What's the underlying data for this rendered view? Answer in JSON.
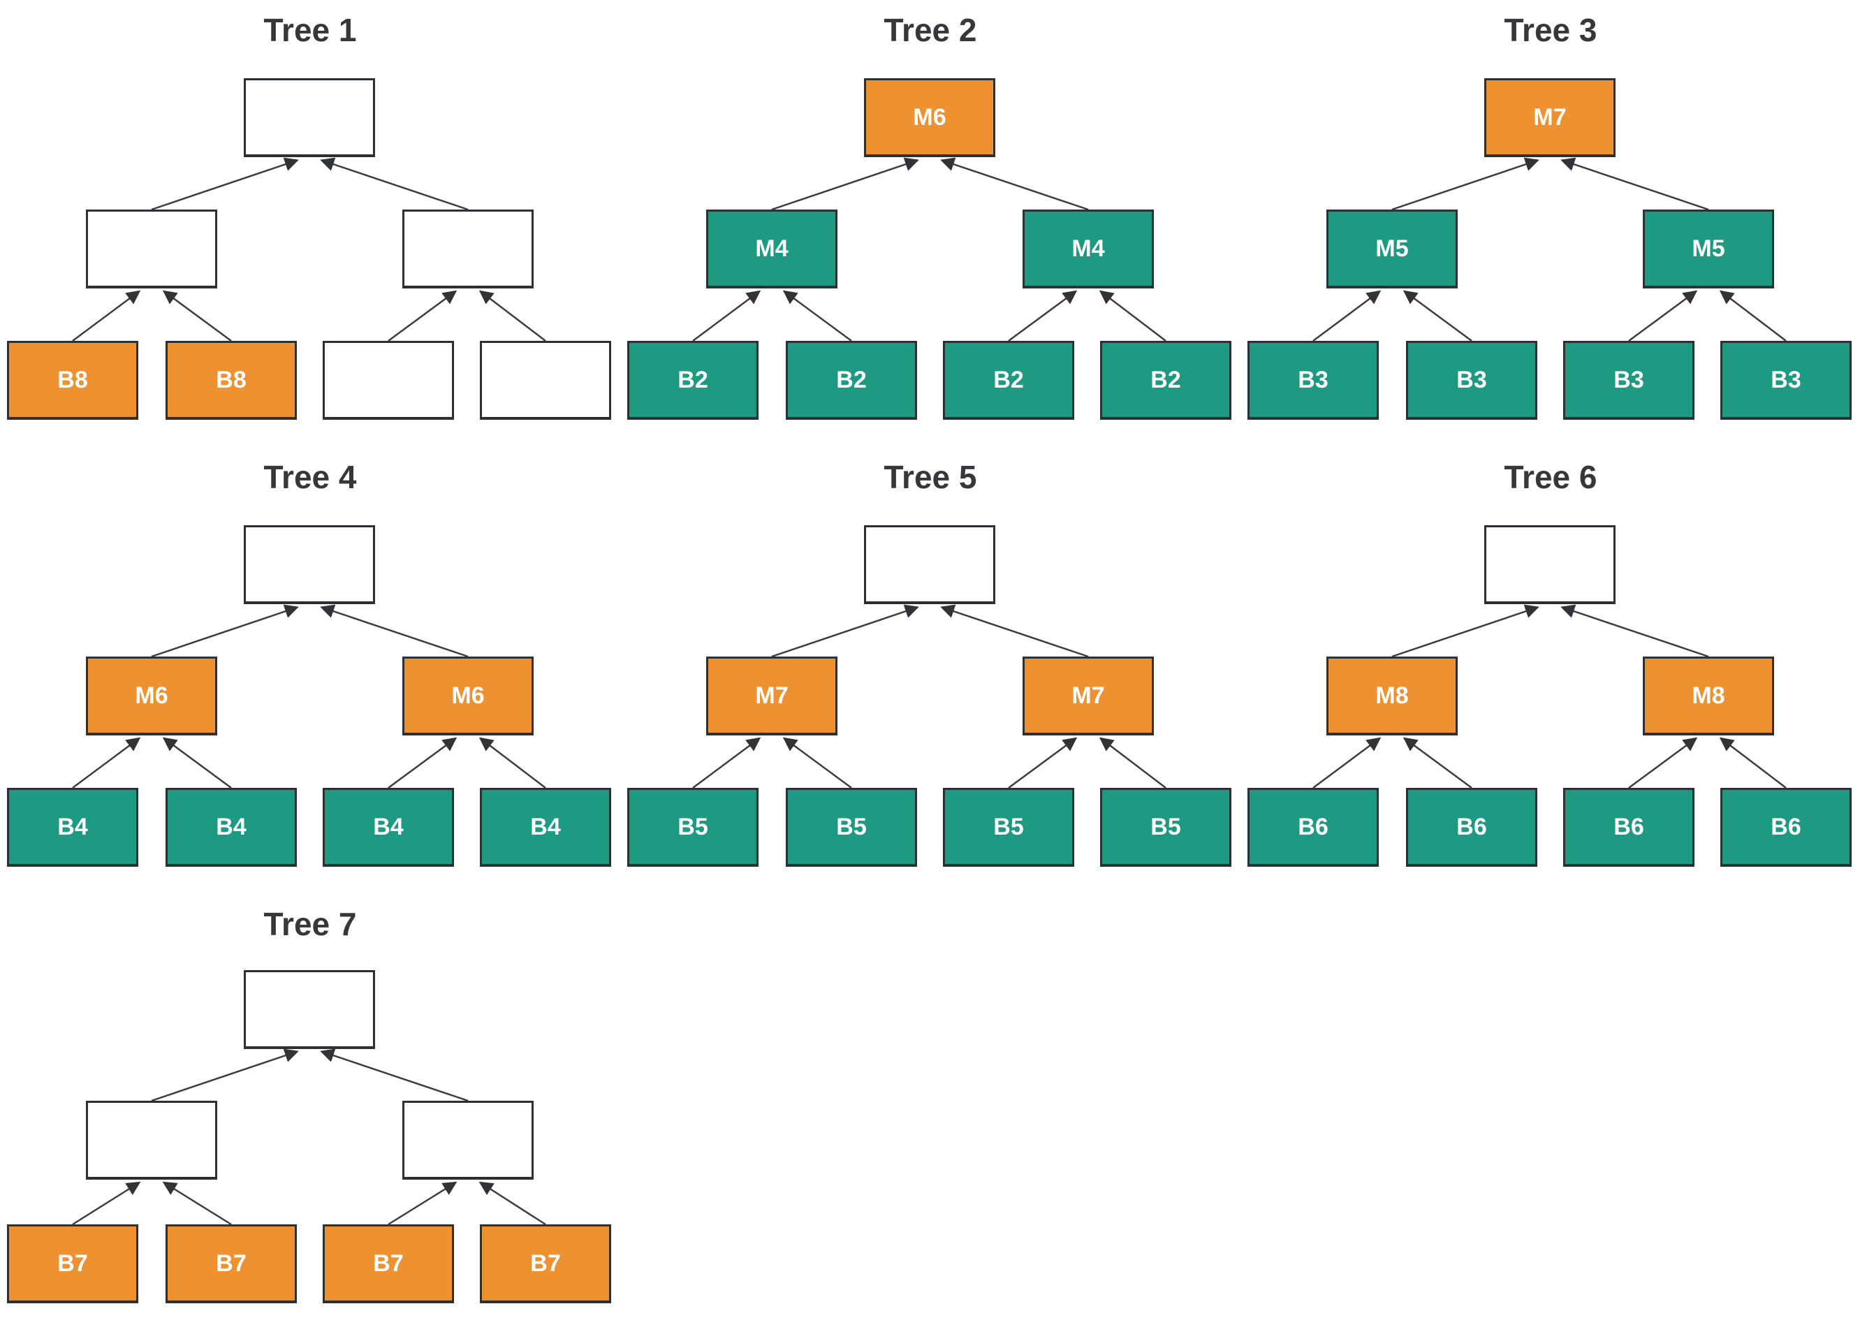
{
  "diagram": {
    "type": "tree-diagram",
    "colors": {
      "node_orange": "#EE9130",
      "node_teal": "#1D9A81",
      "node_empty": "#FFFFFF",
      "node_border": "#2E3134",
      "edge": "#3A3D40",
      "title_text": "#35383B",
      "label_text": "#FFFFFF"
    }
  },
  "trees": [
    {
      "title": "Tree 1",
      "root": {
        "label": "",
        "kind": "empty"
      },
      "middles": [
        {
          "label": "",
          "kind": "empty"
        },
        {
          "label": "",
          "kind": "empty"
        }
      ],
      "leaves": [
        {
          "label": "B8",
          "kind": "orange"
        },
        {
          "label": "B8",
          "kind": "orange"
        },
        {
          "label": "",
          "kind": "empty"
        },
        {
          "label": "",
          "kind": "empty"
        }
      ]
    },
    {
      "title": "Tree 2",
      "root": {
        "label": "M6",
        "kind": "orange"
      },
      "middles": [
        {
          "label": "M4",
          "kind": "teal"
        },
        {
          "label": "M4",
          "kind": "teal"
        }
      ],
      "leaves": [
        {
          "label": "B2",
          "kind": "teal"
        },
        {
          "label": "B2",
          "kind": "teal"
        },
        {
          "label": "B2",
          "kind": "teal"
        },
        {
          "label": "B2",
          "kind": "teal"
        }
      ]
    },
    {
      "title": "Tree 3",
      "root": {
        "label": "M7",
        "kind": "orange"
      },
      "middles": [
        {
          "label": "M5",
          "kind": "teal"
        },
        {
          "label": "M5",
          "kind": "teal"
        }
      ],
      "leaves": [
        {
          "label": "B3",
          "kind": "teal"
        },
        {
          "label": "B3",
          "kind": "teal"
        },
        {
          "label": "B3",
          "kind": "teal"
        },
        {
          "label": "B3",
          "kind": "teal"
        }
      ]
    },
    {
      "title": "Tree 4",
      "root": {
        "label": "",
        "kind": "empty"
      },
      "middles": [
        {
          "label": "M6",
          "kind": "orange"
        },
        {
          "label": "M6",
          "kind": "orange"
        }
      ],
      "leaves": [
        {
          "label": "B4",
          "kind": "teal"
        },
        {
          "label": "B4",
          "kind": "teal"
        },
        {
          "label": "B4",
          "kind": "teal"
        },
        {
          "label": "B4",
          "kind": "teal"
        }
      ]
    },
    {
      "title": "Tree 5",
      "root": {
        "label": "",
        "kind": "empty"
      },
      "middles": [
        {
          "label": "M7",
          "kind": "orange"
        },
        {
          "label": "M7",
          "kind": "orange"
        }
      ],
      "leaves": [
        {
          "label": "B5",
          "kind": "teal"
        },
        {
          "label": "B5",
          "kind": "teal"
        },
        {
          "label": "B5",
          "kind": "teal"
        },
        {
          "label": "B5",
          "kind": "teal"
        }
      ]
    },
    {
      "title": "Tree 6",
      "root": {
        "label": "",
        "kind": "empty"
      },
      "middles": [
        {
          "label": "M8",
          "kind": "orange"
        },
        {
          "label": "M8",
          "kind": "orange"
        }
      ],
      "leaves": [
        {
          "label": "B6",
          "kind": "teal"
        },
        {
          "label": "B6",
          "kind": "teal"
        },
        {
          "label": "B6",
          "kind": "teal"
        },
        {
          "label": "B6",
          "kind": "teal"
        }
      ]
    },
    {
      "title": "Tree 7",
      "root": {
        "label": "",
        "kind": "empty"
      },
      "middles": [
        {
          "label": "",
          "kind": "empty"
        },
        {
          "label": "",
          "kind": "empty"
        }
      ],
      "leaves": [
        {
          "label": "B7",
          "kind": "orange"
        },
        {
          "label": "B7",
          "kind": "orange"
        },
        {
          "label": "B7",
          "kind": "orange"
        },
        {
          "label": "B7",
          "kind": "orange"
        }
      ]
    }
  ]
}
